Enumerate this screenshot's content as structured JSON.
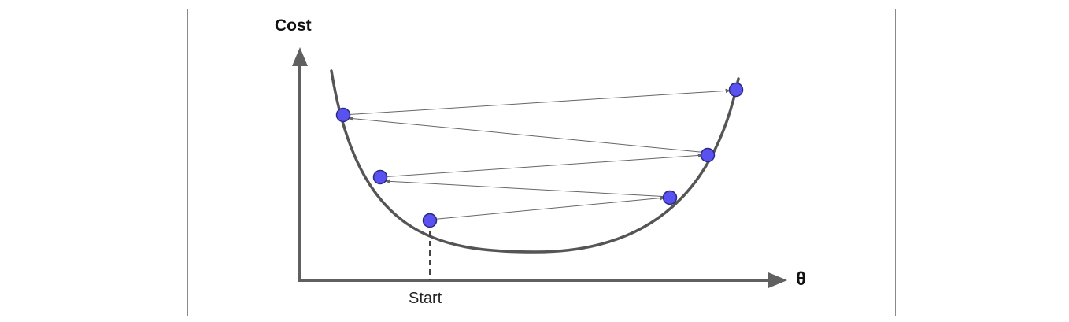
{
  "diagram": {
    "y_axis_label": "Cost",
    "x_axis_label": "θ",
    "start_label": "Start",
    "colors": {
      "axis": "#606060",
      "curve": "#555555",
      "step_arrow": "#666666",
      "point_fill": "#5a52f0",
      "point_stroke": "#2a2a80",
      "start_marker": "#444444",
      "frame": "#8a8a8a"
    },
    "step_count": 5,
    "point_count": 6
  }
}
